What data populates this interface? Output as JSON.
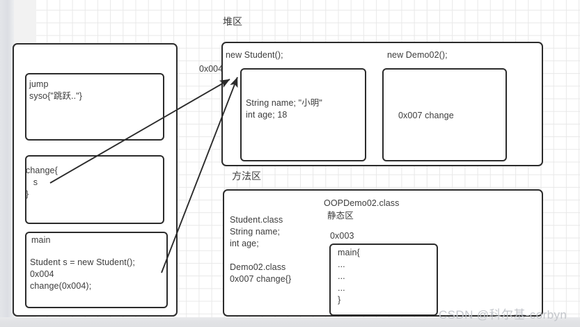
{
  "diagram": {
    "title_heap": "堆区",
    "title_method": "方法区",
    "address_stack_to_heap": "0x004"
  },
  "stack": {
    "frames": [
      {
        "name": "jump-frame",
        "lines": "jump\nsyso{\"跳跃..\"}"
      },
      {
        "name": "change-frame",
        "lines": "change{\n   s\n}"
      },
      {
        "name": "main-frame",
        "title": "main",
        "lines": "Student s = new Student();\n0x004\nchange(0x004);"
      }
    ]
  },
  "heap": {
    "objects": [
      {
        "caption": "new Student();",
        "body": "String name; \"小明\"\nint age; 18"
      },
      {
        "caption": "new Demo02();",
        "body": "0x007 change"
      }
    ]
  },
  "method_area": {
    "class_oopdemo": "OOPDemo02.class",
    "static_label": "静态区",
    "static_address": "0x003",
    "classes": "Student.class\nString name;\nint age;\n\nDemo02.class\n0x007 change{}",
    "main_block": "main{\n...\n...\n...\n}"
  },
  "watermark": {
    "text": "CSDN @科尔基-corbyn"
  },
  "colors": {
    "stroke": "#2b2b2b",
    "text": "#3c3c3c",
    "grid": "#e8e8e8",
    "watermark": "#c3c6cb"
  }
}
